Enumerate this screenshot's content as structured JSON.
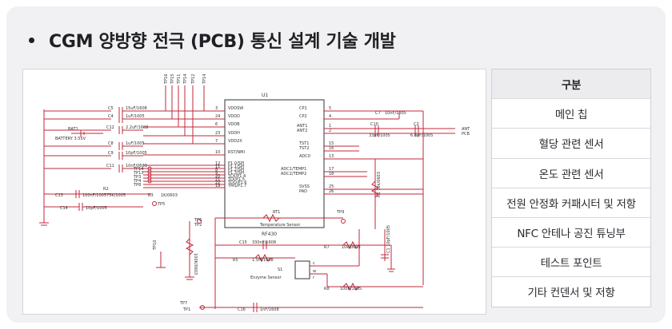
{
  "title": "CGM 양방향 전극 (PCB) 통신 설계 기술 개발",
  "table": {
    "header": "구분",
    "rows": [
      "메인 칩",
      "혈당 관련 센서",
      "온도 관련 센서",
      "전원 안정화 커패시터 및 저항",
      "NFC 안테나 공진 튜닝부",
      "테스트 포인트",
      "기타 컨덴서 및 저항"
    ]
  },
  "schematic": {
    "chip_ref": "U1",
    "chip_name": "RF430",
    "left_pins": [
      {
        "num": "3",
        "name": "VDDSW"
      },
      {
        "num": "24",
        "name": "VDDD"
      },
      {
        "num": "6",
        "name": "VDDB"
      },
      {
        "num": "23",
        "name": "VDDH"
      },
      {
        "num": "7",
        "name": "VDD2X"
      },
      {
        "num": "10",
        "name": "RST/NMI"
      },
      {
        "num": "12",
        "name": "P1.0/SPI"
      },
      {
        "num": "11",
        "name": "P1.1/SPI"
      },
      {
        "num": "8",
        "name": "P1.2/SPI"
      },
      {
        "num": "9",
        "name": "P1.3/SPI"
      },
      {
        "num": "20",
        "name": "TCK/P1.4"
      },
      {
        "num": "21",
        "name": "TDI/P1.5"
      },
      {
        "num": "22",
        "name": "TDO/P1.6"
      },
      {
        "num": "19",
        "name": "TMS/P1.7"
      }
    ],
    "right_pins": [
      {
        "num": "5",
        "name": "CP1"
      },
      {
        "num": "4",
        "name": "CP2"
      },
      {
        "num": "1",
        "name": "ANT1"
      },
      {
        "num": "2",
        "name": "ANT2"
      },
      {
        "num": "15",
        "name": "TST1"
      },
      {
        "num": "16",
        "name": "TST2"
      },
      {
        "num": "13",
        "name": "ADC0"
      },
      {
        "num": "17",
        "name": "ADC1/TEMP1"
      },
      {
        "num": "18",
        "name": "ADC2/TEMP2"
      },
      {
        "num": "25",
        "name": "SVSS"
      },
      {
        "num": "26",
        "name": "PAD"
      }
    ],
    "caps_left": [
      {
        "ref": "C5",
        "value": "15uF/1608"
      },
      {
        "ref": "C4",
        "value": "1uF/1005"
      },
      {
        "ref": "C12",
        "value": "2.2uF/1608"
      },
      {
        "ref": "C8",
        "value": "1uF/1005"
      },
      {
        "ref": "C9",
        "value": "10pF/1005"
      },
      {
        "ref": "C11",
        "value": "10nF/0603"
      },
      {
        "ref": "C13",
        "value": "100nF/1005"
      },
      {
        "ref": "C14",
        "value": "10pF/1005"
      }
    ],
    "battery_ref": "BAT1",
    "battery_label": "BATTERY 3.55V",
    "testpoints": [
      "TP16",
      "TP15",
      "TP11",
      "TP14",
      "TP12",
      "TP14",
      "TP13",
      "TP3",
      "TP4",
      "TP8"
    ],
    "tp_left": [
      "TP14",
      "TP13",
      "TP3",
      "TP4",
      "TP8"
    ],
    "r2": {
      "ref": "R2",
      "value": "75K/1005"
    },
    "r3": {
      "ref": "R3",
      "value": "1K/0603"
    },
    "tp5": "TP5",
    "tp2": "TP2",
    "c7": {
      "ref": "C7",
      "value": "10nF/1005"
    },
    "c10": {
      "ref": "C10",
      "value": "33pF/1005"
    },
    "c2": {
      "ref": "C2",
      "value": "6.8pF/1005"
    },
    "ant": "ANT",
    "pcb": "PCB",
    "r1": {
      "ref": "R1",
      "value": "R1 10k/0603"
    },
    "rt1": "RT1",
    "temp_sensor": "Temperature Sensor",
    "tp6": "TP6",
    "tp9": "TP9",
    "c15": {
      "ref": "C15",
      "value": "330nF/1608"
    },
    "r7": {
      "ref": "R7",
      "value": "10k/0603"
    },
    "r5": {
      "ref": "R5",
      "value": "1.5M/1608"
    },
    "c1": {
      "ref": "C1",
      "value": "C1 10pF/1005"
    },
    "r4": {
      "ref": "R4",
      "value": "100K/0603"
    },
    "s1": "S1",
    "enzyme_sensor": "Enzyme Sensor",
    "s1_pin_a": "c",
    "s1_pin_b": "w",
    "s1_pin_c": "r",
    "r8": {
      "ref": "R8",
      "value": "100K/1005"
    },
    "tp7": "TP7",
    "tp1": "TP1",
    "tp10": "TP10",
    "c16": {
      "ref": "C16",
      "value": "1nF/1608"
    }
  },
  "colors": {
    "wire": "#c0293a",
    "text": "#2a2b30",
    "bg": "#f1f1f3"
  }
}
